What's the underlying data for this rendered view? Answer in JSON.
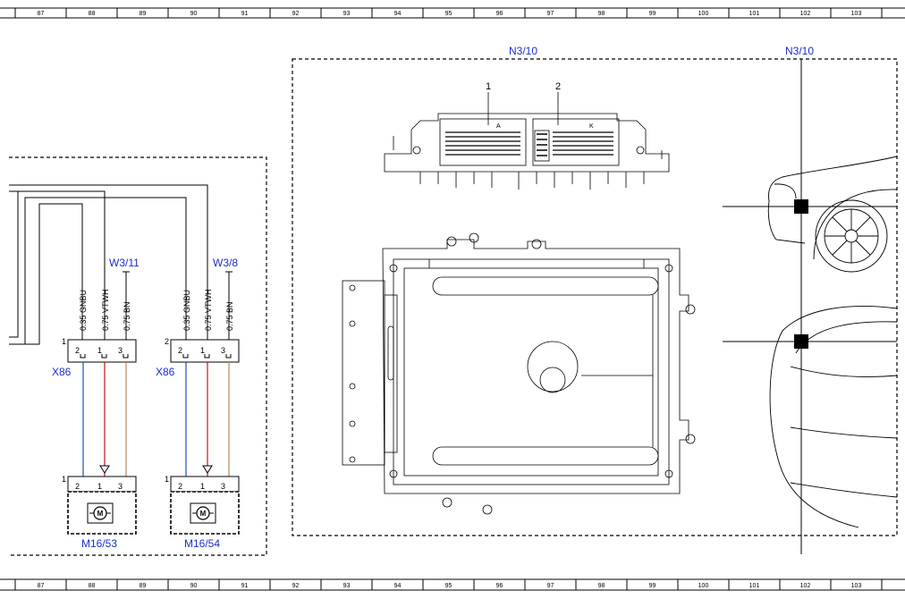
{
  "ruler": {
    "columns": [
      "87",
      "88",
      "89",
      "90",
      "91",
      "92",
      "93",
      "94",
      "95",
      "96",
      "97",
      "98",
      "99",
      "100",
      "101",
      "102",
      "103"
    ]
  },
  "labels": {
    "ecu_main": "N3/10",
    "ecu_vehicle": "N3/10",
    "connector_a_number": "1",
    "connector_b_number": "2",
    "connector_a_letter": "A",
    "connector_b_letter": "K"
  },
  "left_group": {
    "ground": "W3/11",
    "connector": "X86",
    "connector_index": "1",
    "component": "M16/53",
    "component_index": "1",
    "wires": [
      "0.35 GNBU",
      "0.75 VTWH",
      "0.75 BN"
    ],
    "pins": [
      "2",
      "1",
      "3"
    ],
    "pins_bottom": [
      "2",
      "1",
      "3"
    ]
  },
  "right_group": {
    "ground": "W3/8",
    "connector": "X86",
    "connector_index": "2",
    "component": "M16/54",
    "component_index": "1",
    "wires": [
      "0.35 GNBU",
      "0.75 VTWH",
      "0.75 BN"
    ],
    "pins": [
      "2",
      "1",
      "3"
    ],
    "pins_bottom": [
      "2",
      "1",
      "3"
    ]
  },
  "colors": {
    "label_blue": "#1a2fd0",
    "wire_gnbu": "#1f4fb8",
    "wire_vtwh": "#c0141b",
    "wire_bn": "#b88a5a"
  }
}
